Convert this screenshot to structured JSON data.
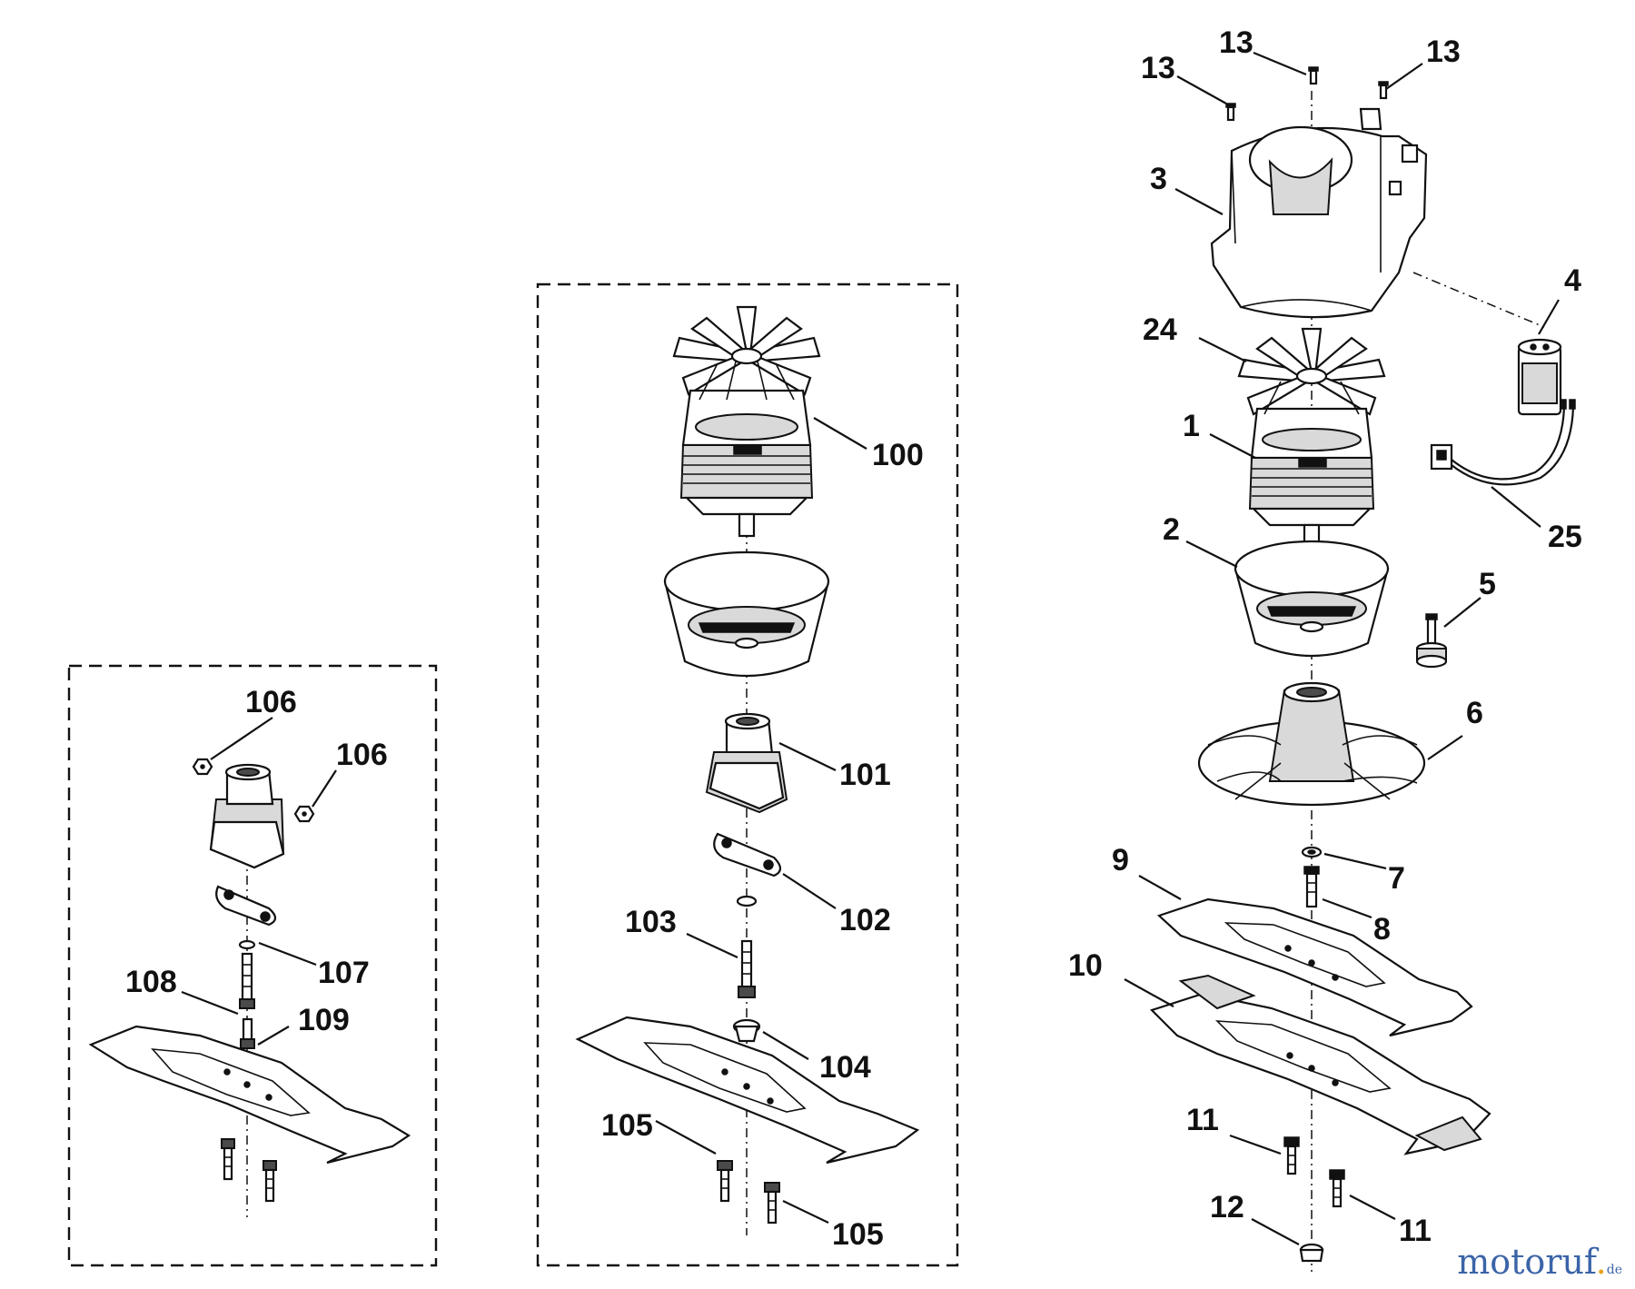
{
  "callouts": {
    "p1": "1",
    "p2": "2",
    "p3": "3",
    "p4": "4",
    "p5": "5",
    "p6": "6",
    "p7": "7",
    "p8": "8",
    "p9": "9",
    "p10": "10",
    "p11a": "11",
    "p11b": "11",
    "p12": "12",
    "p13a": "13",
    "p13b": "13",
    "p13c": "13",
    "p24": "24",
    "p25": "25",
    "p100": "100",
    "p101": "101",
    "p102": "102",
    "p103": "103",
    "p104": "104",
    "p105a": "105",
    "p105b": "105",
    "p106a": "106",
    "p106b": "106",
    "p107": "107",
    "p108": "108",
    "p109": "109"
  },
  "watermark": {
    "name": "motoruf",
    "accent": ".",
    "tld": "de"
  },
  "colors": {
    "ink": "#111111",
    "brand_blue": "#3b64a8",
    "brand_orange": "#e8a21c"
  }
}
